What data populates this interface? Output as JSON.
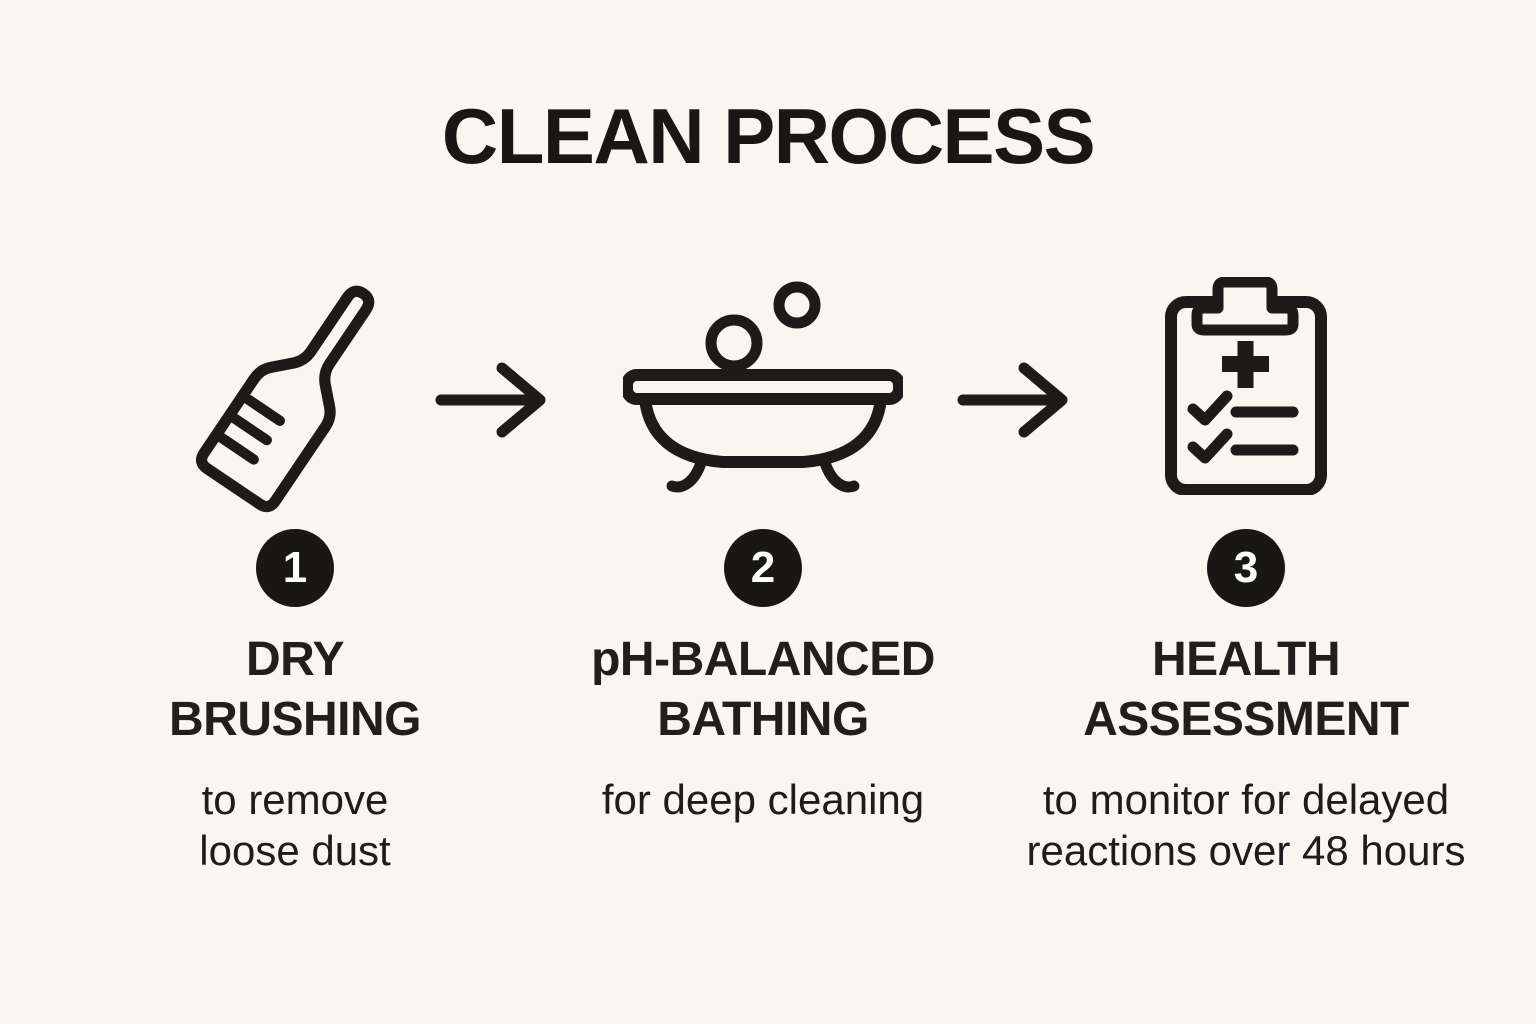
{
  "title": "CLEAN PROCESS",
  "colors": {
    "background": "#f9f5ef",
    "ink": "#1d1b17",
    "badge_background": "#191713",
    "badge_text": "#ffffff"
  },
  "steps": [
    {
      "number": "1",
      "icon": "dry-brush-icon",
      "title_lines": [
        "DRY",
        "BRUSHING"
      ],
      "title": "DRY BRUSHING",
      "description": "to remove loose dust"
    },
    {
      "number": "2",
      "icon": "bathtub-icon",
      "title_lines": [
        "pH-BALANCED",
        "BATHING"
      ],
      "title": "pH-BALANCED BATHING",
      "description": "for deep cleaning"
    },
    {
      "number": "3",
      "icon": "clipboard-checklist-icon",
      "title_lines": [
        "HEALTH",
        "ASSESSMENT"
      ],
      "title": "HEALTH ASSESSMENT",
      "description": "to monitor for delayed reactions over 48 hours"
    }
  ],
  "connectors": [
    "arrow-right",
    "arrow-right"
  ]
}
